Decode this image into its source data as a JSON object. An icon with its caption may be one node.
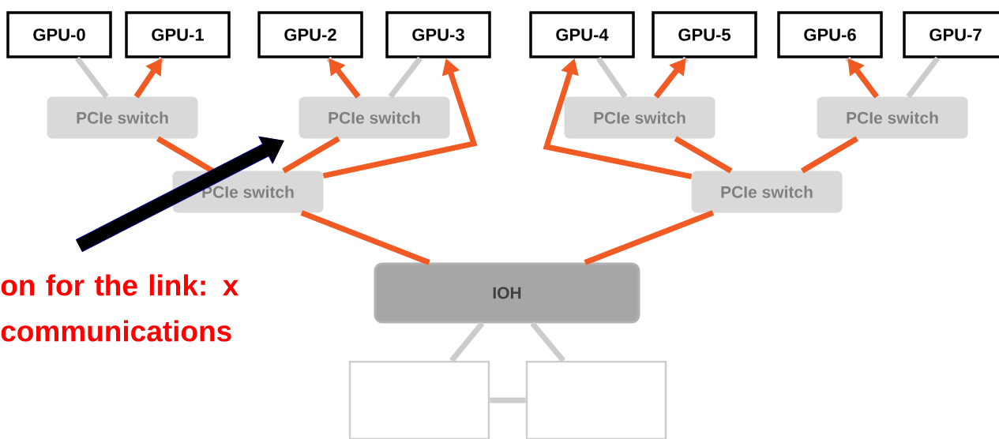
{
  "diagram": {
    "nodes": [
      {
        "text": [
          "GPU-0"
        ]
      },
      {
        "text": [
          "GPU-1"
        ]
      },
      {
        "text": [
          "GPU-2"
        ]
      },
      {
        "text": [
          "GPU-3"
        ]
      },
      {
        "text": [
          "GPU-4"
        ]
      },
      {
        "text": [
          "GPU-5"
        ]
      },
      {
        "text": [
          "GPU-6"
        ]
      },
      {
        "text": [
          "GPU-7"
        ]
      },
      {
        "text": [
          "PCIe switch"
        ]
      },
      {
        "text": [
          "PCIe switch"
        ]
      },
      {
        "text": [
          "PCIe switch"
        ]
      },
      {
        "text": [
          "PCIe switch"
        ]
      },
      {
        "text": [
          "PCIe switch"
        ]
      },
      {
        "text": [
          "PCIe switch"
        ]
      },
      {
        "text": [
          "IOH"
        ]
      },
      {
        "text": [],
        "shape": "box"
      },
      {
        "text": [],
        "shape": "box"
      },
      {
        "text": [
          "on for the link: x communications"
        ]
      }
    ],
    "edges": [
      {
        "from": 0,
        "to": 8,
        "arrow": "none"
      },
      {
        "from": 1,
        "to": 8,
        "arrow": "none"
      },
      {
        "from": 2,
        "to": 9,
        "arrow": "none"
      },
      {
        "from": 3,
        "to": 9,
        "arrow": "none"
      },
      {
        "from": 4,
        "to": 10,
        "arrow": "none"
      },
      {
        "from": 5,
        "to": 10,
        "arrow": "none"
      },
      {
        "from": 6,
        "to": 11,
        "arrow": "none"
      },
      {
        "from": 7,
        "to": 11,
        "arrow": "none"
      },
      {
        "from": 8,
        "to": 12,
        "arrow": "none"
      },
      {
        "from": 9,
        "to": 12,
        "arrow": "none"
      },
      {
        "from": 10,
        "to": 13,
        "arrow": "none"
      },
      {
        "from": 11,
        "to": 13,
        "arrow": "none"
      },
      {
        "from": 12,
        "to": 14,
        "arrow": "none"
      },
      {
        "from": 13,
        "to": 14,
        "arrow": "none"
      },
      {
        "from": 14,
        "to": 15,
        "arrow": "none"
      },
      {
        "from": 14,
        "to": 16,
        "arrow": "none"
      },
      {
        "from": 15,
        "to": 16,
        "arrow": "none"
      },
      {
        "from": 14,
        "to": 12,
        "arrow": "none",
        "color": "#f15a22"
      },
      {
        "from": 12,
        "to": 8,
        "arrow": "none",
        "color": "#f15a22"
      },
      {
        "from": 8,
        "to": 1,
        "arrow": "to",
        "color": "#f15a22"
      },
      {
        "from": 12,
        "to": 9,
        "arrow": "none",
        "color": "#f15a22"
      },
      {
        "from": 9,
        "to": 2,
        "arrow": "to",
        "color": "#f15a22"
      },
      {
        "from": 12,
        "to": 3,
        "arrow": "to",
        "color": "#f15a22"
      },
      {
        "from": 14,
        "to": 13,
        "arrow": "none",
        "color": "#f15a22"
      },
      {
        "from": 13,
        "to": 4,
        "arrow": "to",
        "color": "#f15a22"
      },
      {
        "from": 13,
        "to": 10,
        "arrow": "none",
        "color": "#f15a22"
      },
      {
        "from": 10,
        "to": 5,
        "arrow": "to",
        "color": "#f15a22"
      },
      {
        "from": 13,
        "to": 11,
        "arrow": "none",
        "color": "#f15a22"
      },
      {
        "from": 11,
        "to": 6,
        "arrow": "to",
        "color": "#f15a22"
      },
      {
        "from": 17,
        "to": null,
        "arrow": "to",
        "style": "thick",
        "color": "#000000"
      }
    ]
  }
}
